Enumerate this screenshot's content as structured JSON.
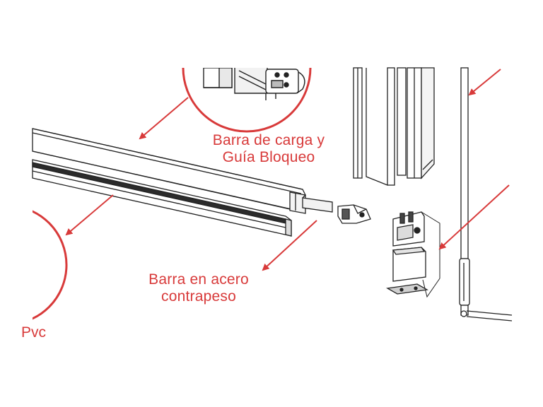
{
  "labels": {
    "carga_line1": "Barra de carga y",
    "carga_line2": "Guía Bloqueo",
    "acero_line1": "Barra en acero",
    "acero_line2": "contrapeso",
    "partial": "Pvc"
  },
  "colors": {
    "accent": "#d83a3a",
    "line": "#222222",
    "background": "#ffffff"
  }
}
